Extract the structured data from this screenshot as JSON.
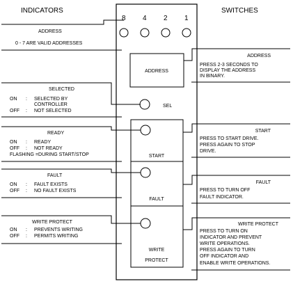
{
  "headers": {
    "indicators": "INDICATORS",
    "switches": "SWITCHES"
  },
  "panel": {
    "bits": [
      "8",
      "4",
      "2",
      "1"
    ],
    "address_button": "ADDRESS",
    "sel_label": "SEL",
    "start_button": "START",
    "fault_button": "FAULT",
    "write_protect_button_line1": "WRITE",
    "write_protect_button_line2": "PROTECT"
  },
  "indicators": {
    "address": {
      "title": "ADDRESS",
      "desc": "0 - 7 ARE VALID ADDRESSES"
    },
    "selected": {
      "title": "SELECTED",
      "on_key": "ON",
      "on_sep": ":",
      "on_val1": "SELECTED BY",
      "on_val2": "CONTROLLER",
      "off_key": "OFF",
      "off_sep": ":",
      "off_val": "NOT SELECTED"
    },
    "ready": {
      "title": "READY",
      "on_key": "ON",
      "on_sep": ":",
      "on_val": "READY",
      "off_key": "OFF",
      "off_sep": ":",
      "off_val": "NOT READY",
      "flash": "FLASHING  =DURING START/STOP"
    },
    "fault": {
      "title": "FAULT",
      "on_key": "ON",
      "on_sep": ":",
      "on_val": "FAULT EXISTS",
      "off_key": "OFF",
      "off_sep": ":",
      "off_val": "NO FAULT EXISTS"
    },
    "write_protect": {
      "title": "WRITE PROTECT",
      "on_key": "ON",
      "on_sep": ":",
      "on_val": "PREVENTS WRITING",
      "off_key": "OFF",
      "off_sep": ":",
      "off_val": "PERMITS WRITING"
    }
  },
  "switches": {
    "address": {
      "title": "ADDRESS",
      "lines": [
        "PRESS 2-3 SECONDS TO",
        "DISPLAY THE ADDRESS",
        "IN BINARY."
      ]
    },
    "start": {
      "title": "START",
      "lines": [
        "PRESS TO START DRIVE.",
        "PRESS AGAIN TO STOP",
        "DRIVE."
      ]
    },
    "fault": {
      "title": "FAULT",
      "lines": [
        "PRESS TO TURN OFF",
        "FAULT INDICATOR."
      ]
    },
    "write_protect": {
      "title": "WRITE PROTECT",
      "lines": [
        "PRESS TO TURN ON",
        "INDICATOR AND PREVENT",
        "WRITE OPERATIONS.",
        "PRESS AGAIN TO TURN",
        "OFF INDICATOR AND",
        "ENABLE WRITE OPERATIONS."
      ]
    }
  }
}
